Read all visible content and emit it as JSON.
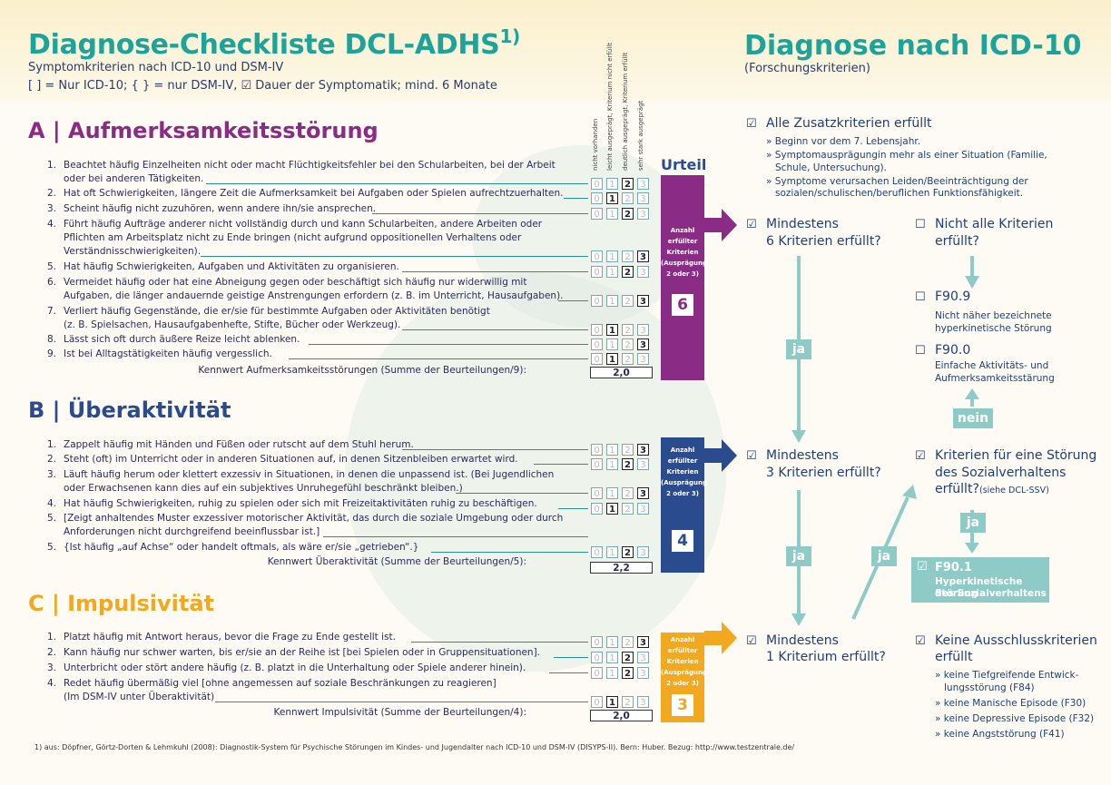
{
  "header": {
    "title_left": "Diagnose-Checkliste DCL-ADHS",
    "title_left_sup": "1)",
    "subtitle_1": "Symptomkriterien nach ICD-10 und DSM-IV",
    "subtitle_2": "[  ] = Nur ICD-10; {  } = nur DSM-IV, ☑ Dauer der Symptomatik; mind. 6 Monate",
    "title_right": "Diagnose nach ICD-10",
    "subtitle_right": "(Forschungskriterien)"
  },
  "rating_columns": [
    "nicht vorhanden",
    "leicht ausgeprägt, Kriterium nicht erfüllt",
    "deutlich ausgeprägt, Kriterium erfüllt",
    "sehr stark ausgeprägt"
  ],
  "urteil": "Urteil",
  "sections": {
    "a": {
      "title": "A | Aufmerksamkeitsstörung",
      "items": [
        {
          "n": "1.",
          "lines": [
            "Beachtet häufig Einzelheiten nicht oder macht Flüchtigkeitsfehler bei den Schularbeiten, bei der Arbeit",
            "oder bei anderen Tätigkeiten."
          ],
          "rating": 2
        },
        {
          "n": "2.",
          "lines": [
            "Hat oft Schwierigkeiten, längere Zeit die Aufmerksamkeit bei Aufgaben oder Spielen aufrechtzuerhalten."
          ],
          "rating": 1
        },
        {
          "n": "3.",
          "lines": [
            "Scheint häufig nicht zuzuhören, wenn andere ihn/sie ansprechen."
          ],
          "rating": 2
        },
        {
          "n": "4.",
          "lines": [
            "Führt häufig Aufträge anderer nicht vollständig durch und kann Schularbeiten, andere Arbeiten oder",
            "Pflichten am Arbeitsplatz nicht zu Ende bringen (nicht aufgrund oppositionellen Verhaltens oder",
            "Verständnisschwierigkeiten)."
          ],
          "rating": 3
        },
        {
          "n": "5.",
          "lines": [
            "Hat häufig Schwierigkeiten, Aufgaben und Aktivitäten zu organisieren."
          ],
          "rating": 2
        },
        {
          "n": "6.",
          "lines": [
            "Vermeidet häufig oder hat eine Abneigung gegen oder beschäftigt sich häufig nur widerwillig mit",
            "Aufgaben, die länger andauernde geistige Anstrengungen erfordern (z. B. im Unterricht, Hausaufgaben)."
          ],
          "rating": 3
        },
        {
          "n": "7.",
          "lines": [
            "Verliert häufig Gegenstände, die er/sie für bestimmte Aufgaben oder Aktivitäten benötigt",
            "(z. B. Spielsachen, Hausaufgabenhefte, Stifte, Bücher oder Werkzeug)."
          ],
          "rating": 1
        },
        {
          "n": "8.",
          "lines": [
            "Lässt sich oft durch äußere Reize leicht ablenken."
          ],
          "rating": 3
        },
        {
          "n": "9.",
          "lines": [
            "Ist bei Alltagstätigkeiten häufig vergesslich."
          ],
          "rating": 1
        }
      ],
      "kennwert_label": "Kennwert Aufmerksamkeitsstörungen (Summe der Beurteilungen/9):",
      "kennwert_value": "2,0",
      "bar_label": "Anzahl erfüllter Kriterien (Ausprägung 2 oder 3)",
      "count": "6",
      "color": "#8a2b85"
    },
    "b": {
      "title": "B | Überaktivität",
      "items": [
        {
          "n": "1.",
          "lines": [
            "Zappelt häufig mit Händen und Füßen oder rutscht auf dem Stuhl herum."
          ],
          "rating": 3
        },
        {
          "n": "2.",
          "lines": [
            "Steht (oft) im Unterricht oder in anderen Situationen auf, in denen Sitzenbleiben erwartet wird."
          ],
          "rating": 2
        },
        {
          "n": "3.",
          "lines": [
            "Läuft häufig herum oder klettert exzessiv in Situationen, in denen die unpassend ist. (Bei Jugendlichen",
            "oder Erwachsenen kann dies auf ein subjektives Unruhegefühl beschränkt bleiben.)"
          ],
          "rating": 3
        },
        {
          "n": "4.",
          "lines": [
            "Hat häufig Schwierigkeiten, ruhig zu spielen oder sich mit Freizeitaktivitäten ruhig zu beschäftigen."
          ],
          "rating": 1
        },
        {
          "n": "5.",
          "lines": [
            "[Zeigt anhaltendes Muster exzessiver motorischer Aktivität, das durch die soziale Umgebung oder durch",
            "Anforderungen nicht durchgreifend beeinflussbar ist.]"
          ],
          "rating": null
        },
        {
          "n": "5.",
          "lines": [
            "{Ist häufig „auf Achse“ oder handelt oftmals, als wäre er/sie „getrieben“.}"
          ],
          "rating": 2
        }
      ],
      "kennwert_label": "Kennwert Überaktivität (Summe der Beurteilungen/5):",
      "kennwert_value": "2,2",
      "bar_label": "Anzahl erfüllter Kriterien (Ausprägung 2 oder 3)",
      "count": "4",
      "color": "#2b4b8f"
    },
    "c": {
      "title": "C | Impulsivität",
      "items": [
        {
          "n": "1.",
          "lines": [
            "Platzt häufig mit Antwort heraus, bevor die Frage zu Ende gestellt ist."
          ],
          "rating": 3
        },
        {
          "n": "2.",
          "lines": [
            "Kann häufig nur schwer warten, bis er/sie an der Reihe ist [bei Spielen oder in Gruppensituationen]."
          ],
          "rating": 2
        },
        {
          "n": "3.",
          "lines": [
            "Unterbricht oder stört andere häufig (z. B. platzt in die Unterhaltung oder Spiele anderer hinein)."
          ],
          "rating": 2
        },
        {
          "n": "4.",
          "lines": [
            "Redet häufig übermäßig viel [ohne angemessen auf soziale Beschränkungen zu reagieren]",
            "(Im DSM-IV unter Überaktivität)"
          ],
          "rating": 1
        }
      ],
      "kennwert_label": "Kennwert Impulsivität (Summe der Beurteilungen/4):",
      "kennwert_value": "2,0",
      "bar_label": "Anzahl erfüllter Kriterien (Ausprägung 2 oder 3)",
      "count": "3",
      "color": "#f2a81f"
    }
  },
  "right": {
    "zusatz_title": "Alle Zusatzkriterien erfüllt",
    "zusatz_items": [
      "» Beginn vor dem 7. Lebensjahr.",
      "» Symptomausprägungin mehr als einer Situation (Familie,",
      "Schule, Untersuchung).",
      "» Symptome verursachen Leiden/Beeinträchtigung der",
      "sozialen/schulischen/beruflichen Funktionsfähigkeit."
    ],
    "min6": [
      "Mindestens",
      "6 Kriterien erfüllt?"
    ],
    "nicht_alle": [
      "Nicht alle Kriterien",
      "erfüllt?"
    ],
    "f909_code": "F90.9",
    "f909_text": [
      "Nicht näher bezeichnete",
      "hyperkinetische Störung"
    ],
    "f900_code": "F90.0",
    "f900_text": [
      "Einfache Aktivitäts- und",
      "Aufmerksamkeitsstärung"
    ],
    "nein": "nein",
    "ja": "ja",
    "min3": [
      "Mindestens",
      "3 Kriterien erfüllt?"
    ],
    "sozial": [
      "Kriterien für eine Störung",
      "des Sozialverhaltens",
      "erfüllt?"
    ],
    "sozial_ref": "(siehe DCL-SSV)",
    "f901_code": "F90.1",
    "f901_text": [
      "Hyperkinetische Störung",
      "des Sozialverhaltens"
    ],
    "min1": [
      "Mindestens",
      "1 Kriterium erfüllt?"
    ],
    "keine": [
      "Keine Ausschlusskriterien",
      "erfüllt"
    ],
    "keine_items": [
      "» keine Tiefgreifende Entwick-",
      "lungsstörung (F84)",
      "» keine Manische Episode (F30)",
      "» keine Depressive Episode (F32)",
      "» keine Angststörung (F41)"
    ]
  },
  "footnote": "1) aus: Döpfner, Görtz-Dorten & Lehmkuhl (2008): Diagnostik-System für Psychische Störungen im Kindes- und Jugendalter nach ICD-10 und DSM-IV (DISYPS-II). Bern: Huber. Bezug: http://www.testzentrale.de/",
  "colors": {
    "teal": "#1ca39a",
    "purple": "#8a2b85",
    "blue": "#2b4b8f",
    "orange": "#f2a81f",
    "arrow": "#8fcbc6"
  }
}
